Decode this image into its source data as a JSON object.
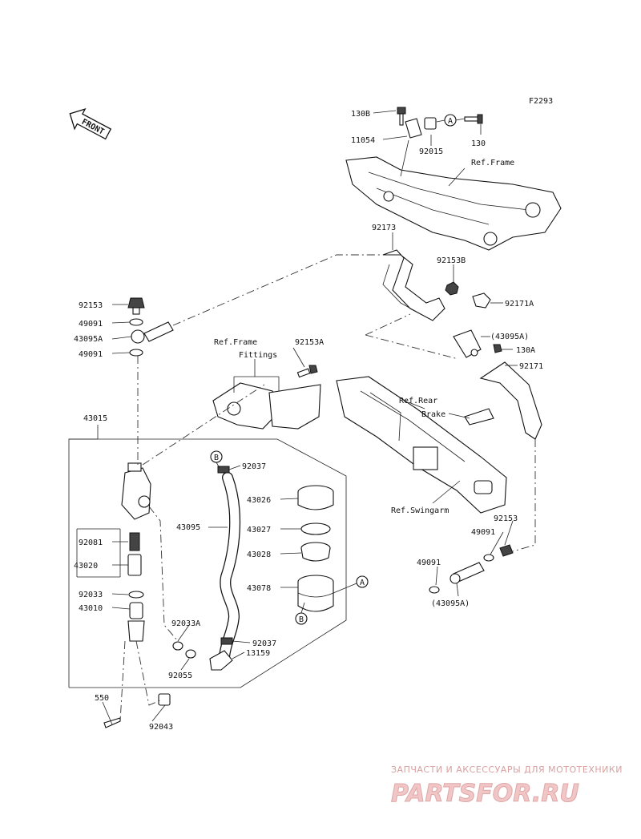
{
  "diagram_id": "F2293",
  "front_label": "FRONT",
  "refs": {
    "frame": "Ref.Frame",
    "frame_fittings_1": "Ref.Frame",
    "frame_fittings_2": "Fittings",
    "rear_brake_1": "Ref.Rear",
    "rear_brake_2": "Brake",
    "swingarm": "Ref.Swingarm"
  },
  "callouts": {
    "a": "A",
    "b": "B"
  },
  "parts": {
    "p130B": "130B",
    "p11054": "11054",
    "p92015": "92015",
    "p130": "130",
    "p92173": "92173",
    "p92153B": "92153B",
    "p92171A": "92171A",
    "p43095A_paren_1": "(43095A)",
    "p130A": "130A",
    "p92171": "92171",
    "p92153_top": "92153",
    "p49091_a": "49091",
    "p43095A": "43095A",
    "p49091_b": "49091",
    "p92153A": "92153A",
    "p43015": "43015",
    "p92037_a": "92037",
    "p43026": "43026",
    "p43095": "43095",
    "p43027": "43027",
    "p92081": "92081",
    "p43028": "43028",
    "p43020": "43020",
    "p43078": "43078",
    "p92033": "92033",
    "p43010": "43010",
    "p92033A": "92033A",
    "p92037_b": "92037",
    "p13159": "13159",
    "p92055": "92055",
    "p550": "550",
    "p92043": "92043",
    "p92153_right": "92153",
    "p49091_right": "49091",
    "p49091_lower": "49091",
    "p43095A_paren_2": "(43095A)"
  },
  "watermark": {
    "line1": "ЗАПЧАСТИ И АКСЕССУАРЫ ДЛЯ МОТОТЕХНИКИ",
    "line2": "PARTSFOR.RU"
  }
}
